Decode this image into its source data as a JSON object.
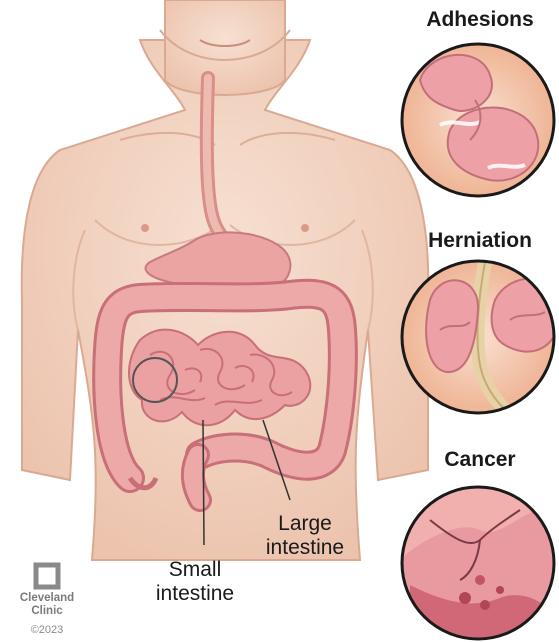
{
  "insets": [
    {
      "title": "Adhesions"
    },
    {
      "title": "Herniation"
    },
    {
      "title": "Cancer"
    }
  ],
  "labels": {
    "large_line1": "Large",
    "large_line2": "intestine",
    "small_line1": "Small",
    "small_line2": "intestine"
  },
  "logo": {
    "line1": "Cleveland",
    "line2": "Clinic",
    "copyright": "©2023"
  },
  "colors": {
    "skin": "#f4d7c6",
    "skin_shadow": "#e6b9a3",
    "intestine": "#eba0a2",
    "intestine_dark": "#c86f78",
    "esophagus": "#e7a6a1",
    "circle_bg": "#f7d3c2",
    "tumor": "#c9576a"
  }
}
